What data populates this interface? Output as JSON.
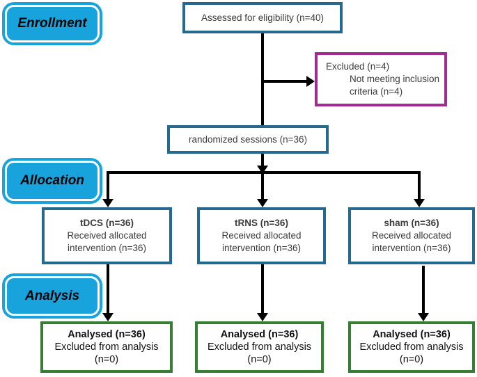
{
  "figure": {
    "kind": "consort-flow-diagram"
  },
  "stages": {
    "enrollment": "Enrollment",
    "allocation": "Allocation",
    "analysis": "Analysis"
  },
  "nodes": {
    "assessed": {
      "text": "Assessed for eligibility (n=40)"
    },
    "excluded": {
      "title": "Excluded (n=4)",
      "reason_line1": "Not meeting inclusion",
      "reason_line2": "criteria (n=4)"
    },
    "randomized": {
      "text": "randomized sessions (n=36)"
    },
    "tdcs": {
      "title": "tDCS (n=36)",
      "body_line1": "Received allocated",
      "body_line2": "intervention (n=36)"
    },
    "trns": {
      "title": "tRNS (n=36)",
      "body_line1": "Received allocated",
      "body_line2": "intervention (n=36)"
    },
    "sham": {
      "title": "sham (n=36)",
      "body_line1": "Received allocated",
      "body_line2": "intervention (n=36)"
    },
    "analysed_tdcs": {
      "title": "Analysed (n=36)",
      "body_line1": "Excluded from analysis",
      "body_line2": "(n=0)"
    },
    "analysed_trns": {
      "title": "Analysed (n=36)",
      "body_line1": "Excluded from analysis",
      "body_line2": "(n=0)"
    },
    "analysed_sham": {
      "title": "Analysed (n=36)",
      "body_line1": "Excluded from analysis",
      "body_line2": "(n=0)"
    }
  },
  "colors": {
    "stage_fill": "#18A3DC",
    "flow_border": "#26698E",
    "excluded_border": "#A02B93",
    "analysed_border": "#377D33",
    "connector": "#000000"
  }
}
